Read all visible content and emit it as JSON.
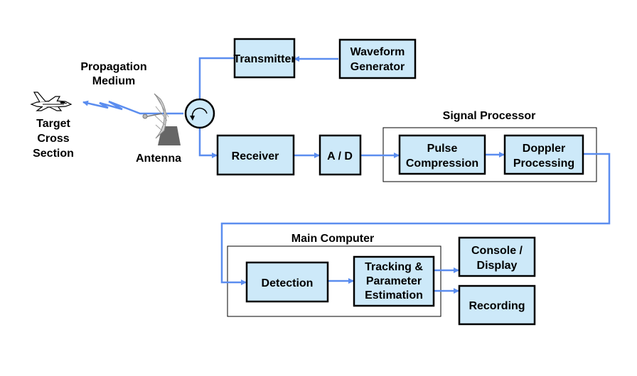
{
  "labels": {
    "propagation_1": "Propagation",
    "propagation_2": "Medium",
    "target_1": "Target",
    "target_2": "Cross",
    "target_3": "Section",
    "antenna": "Antenna",
    "signal_processor": "Signal Processor",
    "main_computer": "Main Computer"
  },
  "blocks": {
    "transmitter": "Transmitter",
    "waveform_1": "Waveform",
    "waveform_2": "Generator",
    "receiver": "Receiver",
    "ad": "A / D",
    "pulse_1": "Pulse",
    "pulse_2": "Compression",
    "doppler_1": "Doppler",
    "doppler_2": "Processing",
    "detection": "Detection",
    "tracking_1": "Tracking &",
    "tracking_2": "Parameter",
    "tracking_3": "Estimation",
    "console_1": "Console /",
    "console_2": "Display",
    "recording": "Recording"
  },
  "colors": {
    "block_fill": "#cde9f9",
    "connector": "#5b8def"
  },
  "icons": [
    "aircraft-icon",
    "antenna-dish-icon",
    "circulator-icon"
  ]
}
